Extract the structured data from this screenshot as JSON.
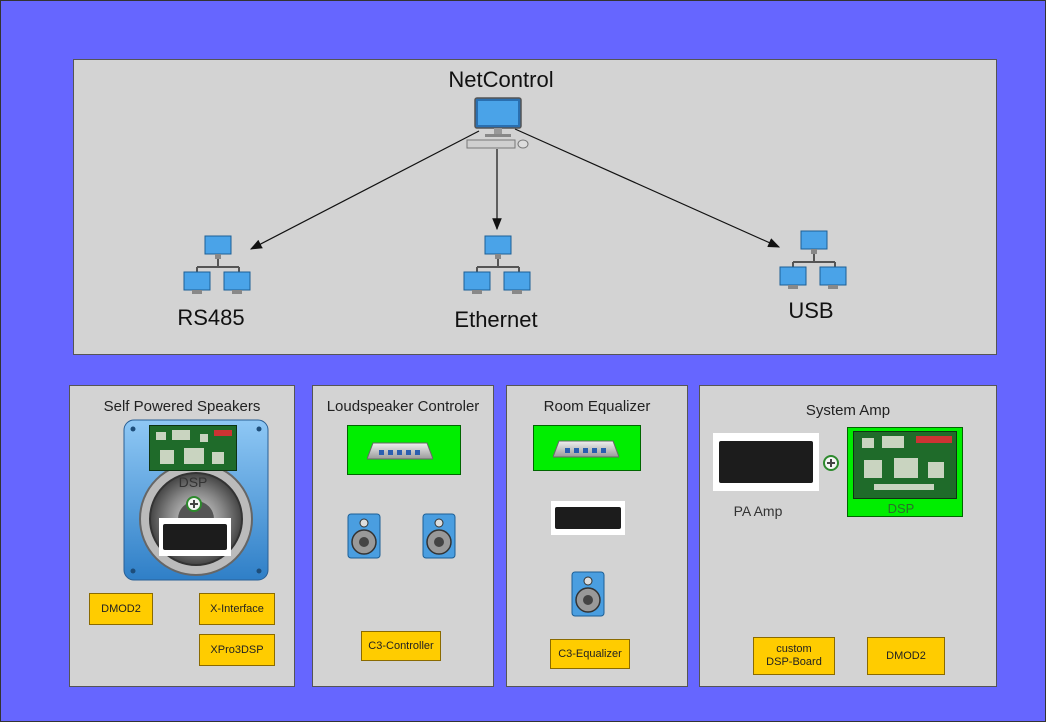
{
  "colors": {
    "background": "#6666ff",
    "panel": "#d3d3d3",
    "green": "#00ee00",
    "tag": "#ffcc00"
  },
  "network": {
    "root": "NetControl",
    "nodes": [
      "RS485",
      "Ethernet",
      "USB"
    ]
  },
  "panels": {
    "self_powered": {
      "title": "Self Powered Speakers",
      "dsp_label": "DSP",
      "tags": [
        "DMOD2",
        "X-Interface",
        "XPro3DSP"
      ]
    },
    "loudspeaker": {
      "title": "Loudspeaker Controler",
      "tags": [
        "C3-Controller"
      ]
    },
    "room_eq": {
      "title": "Room Equalizer",
      "tags": [
        "C3-Equalizer"
      ]
    },
    "system_amp": {
      "title": "System Amp",
      "pa_label": "PA Amp",
      "dsp_label": "DSP",
      "tags": [
        "custom\nDSP-Board",
        "DMOD2"
      ]
    }
  },
  "icons": [
    "computer-icon",
    "network-icon",
    "switch-icon",
    "speaker-icon",
    "amplifier-icon",
    "pcb-icon",
    "plus-icon"
  ]
}
